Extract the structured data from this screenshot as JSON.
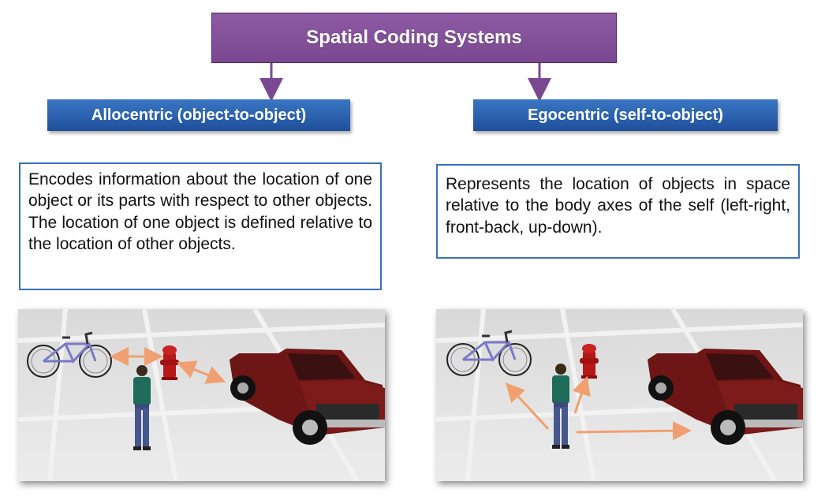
{
  "title": "Spatial Coding Systems",
  "categories": {
    "left": "Allocentric (object-to-object)",
    "right": "Egocentric (self-to-object)"
  },
  "descriptions": {
    "left": "Encodes information about the location of one object or its parts with respect to other objects. The location of one object is defined relative to the location of other objects.",
    "right": "Represents the location of objects in space relative to the body axes of the self (left-right, front-back, up-down)."
  },
  "colors": {
    "title_bg": "#7a4791",
    "category_bg": "#2a5fae",
    "description_border": "#3c6fbf",
    "arrow": "#f0a070",
    "truck": "#6e1515",
    "hydrant": "#b51818",
    "connector": "#7a4791"
  },
  "icons": {
    "bicycle": "bicycle-icon",
    "hydrant": "fire-hydrant-icon",
    "person": "person-icon",
    "truck": "pickup-truck-icon"
  }
}
